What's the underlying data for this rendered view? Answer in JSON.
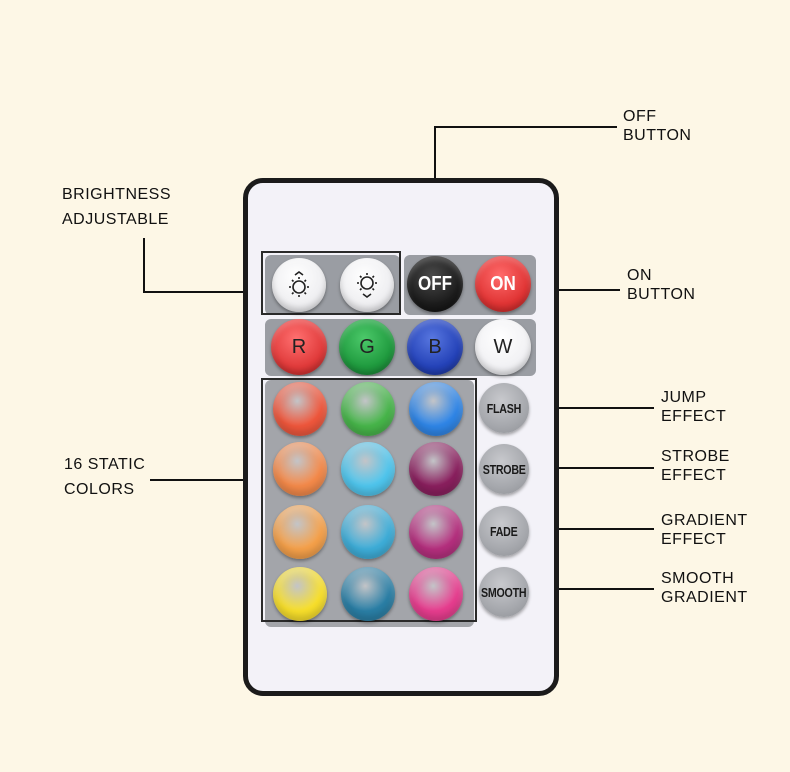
{
  "annotations": {
    "off_button": [
      "OFF",
      "BUTTON"
    ],
    "brightness": [
      "BRIGHTNESS",
      "ADJUSTABLE"
    ],
    "on_button": [
      "ON",
      "BUTTON"
    ],
    "static_colors": [
      "16 STATIC",
      "COLORS"
    ],
    "jump": [
      "JUMP",
      "EFFECT"
    ],
    "strobe": [
      "STROBE",
      "EFFECT"
    ],
    "gradient": [
      "GRADIENT",
      "EFFECT"
    ],
    "smooth": [
      "SMOOTH",
      "GRADIENT"
    ]
  },
  "remote": {
    "top_row": {
      "brightness_up_icon": "sun-arrow-up-icon",
      "brightness_down_icon": "sun-arrow-down-icon",
      "off_label": "OFF",
      "on_label": "ON"
    },
    "rgbw": [
      {
        "label": "R",
        "color": "#e03a3a"
      },
      {
        "label": "G",
        "color": "#1f9a3e"
      },
      {
        "label": "B",
        "color": "#2442b8"
      },
      {
        "label": "W",
        "color": "#f4f4f6"
      }
    ],
    "colors": [
      "#f0573c",
      "#47b64a",
      "#2f86e8",
      "#f58a4a",
      "#4fc6ee",
      "#8a1f5e",
      "#f6a14a",
      "#3eaed9",
      "#b52f7e",
      "#f9e02b",
      "#2a7fa6",
      "#e83d8f"
    ],
    "effects": {
      "flash": "FLASH",
      "strobe": "STROBE",
      "fade": "FADE",
      "smooth": "SMOOTH"
    }
  }
}
